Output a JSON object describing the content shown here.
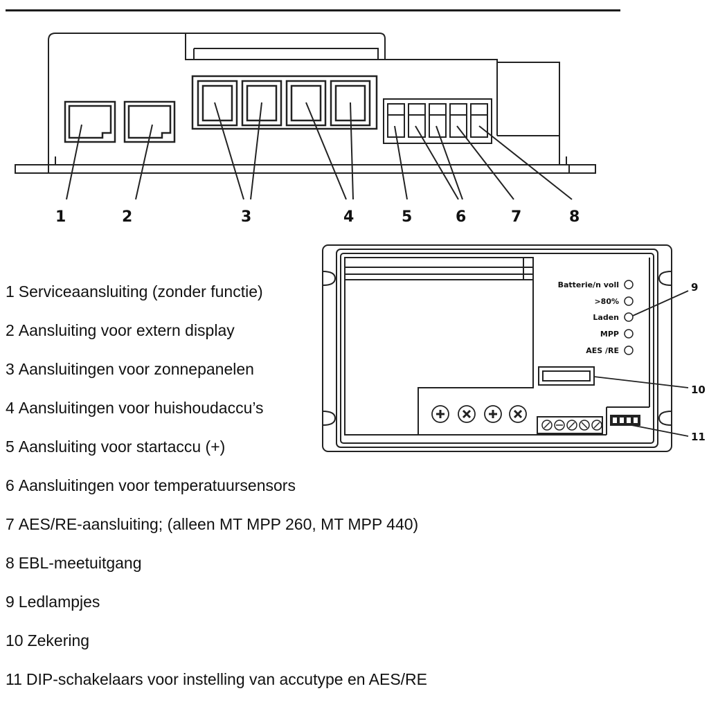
{
  "callouts_top": [
    "1",
    "2",
    "3",
    "4",
    "5",
    "6",
    "7",
    "8"
  ],
  "callouts_front": [
    "9",
    "10",
    "11"
  ],
  "led_labels": [
    "Batterie/n voll",
    ">80%",
    "Laden",
    "MPP",
    "AES /RE"
  ],
  "legend": [
    {
      "num": "1",
      "text": "Serviceaansluiting (zonder functie)"
    },
    {
      "num": "2",
      "text": "Aansluiting voor extern display"
    },
    {
      "num": "3",
      "text": "Aansluitingen voor zonnepanelen"
    },
    {
      "num": "4",
      "text": "Aansluitingen voor huishoudaccu’s"
    },
    {
      "num": "5",
      "text": "Aansluiting voor startaccu (+)"
    },
    {
      "num": "6",
      "text": "Aansluitingen voor temperatuursensors"
    },
    {
      "num": "7",
      "text": "AES/RE-aansluiting; (alleen MT MPP 260, MT MPP 440)"
    },
    {
      "num": "8",
      "text": "EBL-meetuitgang"
    },
    {
      "num": "9",
      "text": "Ledlampjes"
    },
    {
      "num": "10",
      "text": "Zekering"
    },
    {
      "num": "11",
      "text": "DIP-schakelaars voor instelling van accutype en AES/RE"
    }
  ]
}
